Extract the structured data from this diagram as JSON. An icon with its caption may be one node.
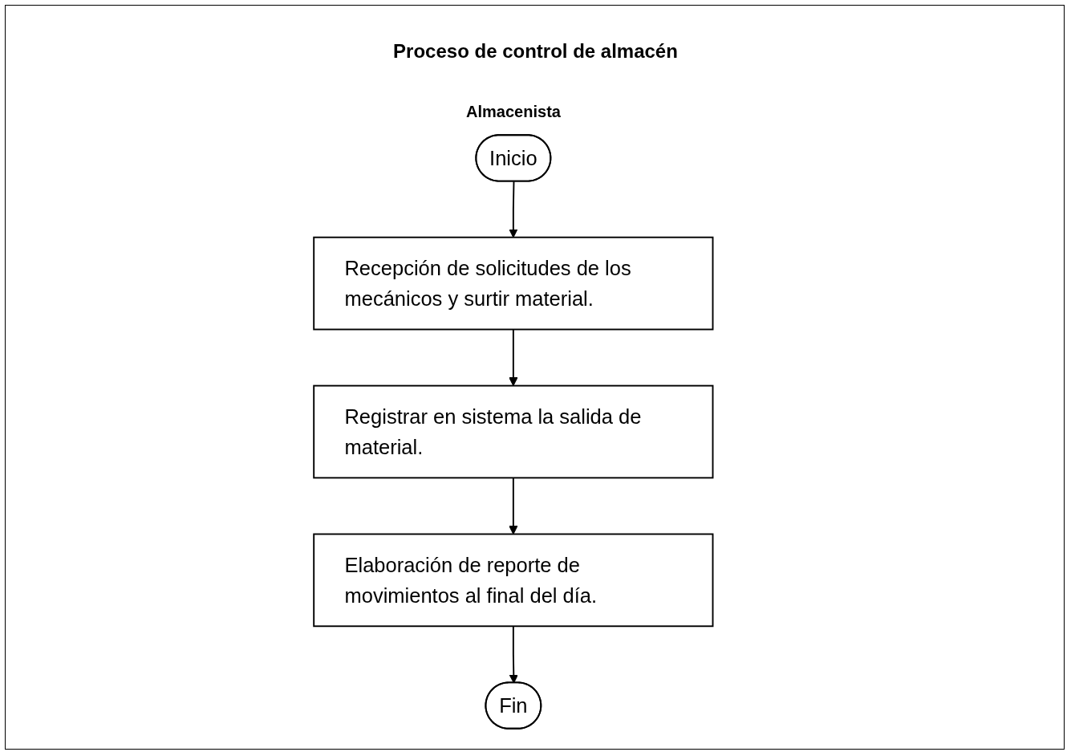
{
  "diagram": {
    "title": "Proceso de control de almacén",
    "nodes": [
      {
        "text": [
          "Inicio"
        ]
      },
      {
        "text": [
          "Recepción de solicitudes de los mecánicos y surtir material."
        ]
      },
      {
        "text": [
          "Registrar en sistema la salida de material."
        ]
      },
      {
        "text": [
          "Elaboración de reporte de movimientos al final del día."
        ]
      },
      {
        "text": [
          "Fin"
        ]
      }
    ],
    "edges": [
      {
        "from": 0,
        "to": 1,
        "arrow": "to"
      },
      {
        "from": 1,
        "to": 2,
        "arrow": "to"
      },
      {
        "from": 2,
        "to": 3,
        "arrow": "to"
      },
      {
        "from": 3,
        "to": 4,
        "arrow": "to"
      }
    ],
    "labels": [
      "Almacenista"
    ]
  }
}
